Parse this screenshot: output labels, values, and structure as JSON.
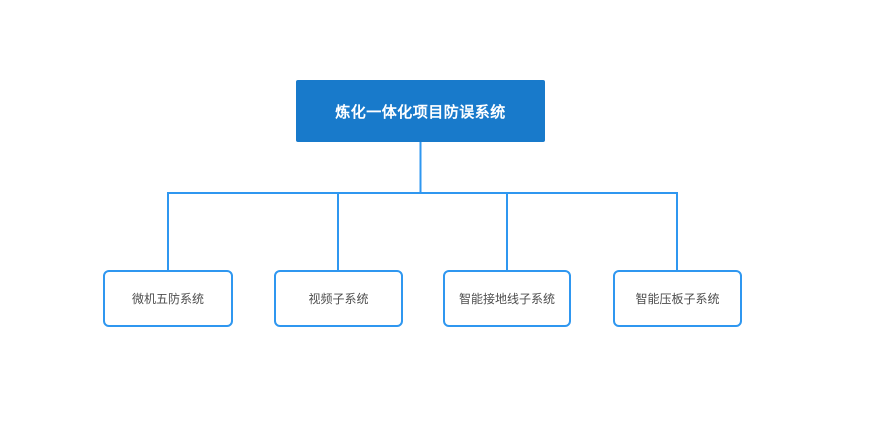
{
  "diagram": {
    "type": "org-chart-tree",
    "root": {
      "label": "炼化一体化项目防误系统"
    },
    "children": [
      {
        "label": "微机五防系统"
      },
      {
        "label": "视频子系统"
      },
      {
        "label": "智能接地线子系统"
      },
      {
        "label": "智能压板子系统"
      }
    ],
    "colors": {
      "root_fill": "#187ACB",
      "root_text": "#FFFFFF",
      "node_border": "#2F97F0",
      "node_fill": "#FFFFFF",
      "node_text": "#4D4D4D",
      "connector": "#2F97F0",
      "canvas_background": "#FFFFFF"
    }
  }
}
